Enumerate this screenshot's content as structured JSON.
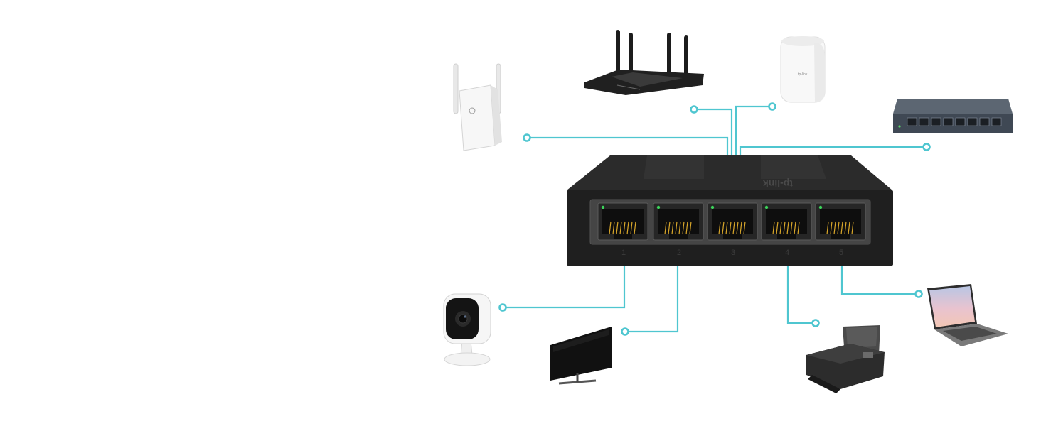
{
  "switch": {
    "brand": "tp-link",
    "ports": [
      {
        "label": "1"
      },
      {
        "label": "2"
      },
      {
        "label": "3"
      },
      {
        "label": "4"
      },
      {
        "label": "5"
      }
    ]
  },
  "devices": [
    {
      "name": "range-extender"
    },
    {
      "name": "wifi-router"
    },
    {
      "name": "mesh-wifi-unit"
    },
    {
      "name": "managed-switch"
    },
    {
      "name": "security-camera"
    },
    {
      "name": "tv"
    },
    {
      "name": "printer"
    },
    {
      "name": "laptop"
    }
  ],
  "colors": {
    "wire": "#4fc6d0",
    "switch_body": "#1f1f1f",
    "port_contacts": "#d8a62a",
    "port_led": "#3bd35a"
  }
}
